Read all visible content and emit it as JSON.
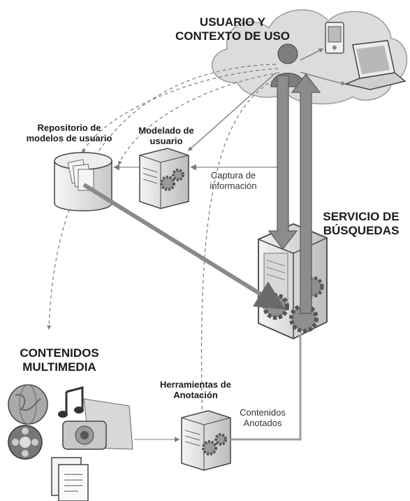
{
  "labels": {
    "user_context": [
      "USUARIO Y",
      "CONTEXTO DE USO"
    ],
    "search_service": [
      "SERVICIO DE",
      "BÚSQUEDAS"
    ],
    "multimedia": [
      "CONTENIDOS",
      "MULTIMEDIA"
    ],
    "repository": [
      "Repositorio de",
      "modelos de usuario"
    ],
    "user_modeling": [
      "Modelado de",
      "usuario"
    ],
    "info_capture": [
      "Captura de",
      "información"
    ],
    "annotation_tools": [
      "Herramientas de",
      "Anotación"
    ],
    "annotated_contents": [
      "Contenidos",
      "Anotados"
    ]
  },
  "colors": {
    "cloud_fill": "#dcdcdc",
    "cloud_stroke": "#9a9a9a",
    "server_fill": "#e2e2e2",
    "server_dark": "#8a8a8a",
    "big_arrow": "#8c8c8c",
    "big_arrow_stroke": "#5a5a5a",
    "dashed": "#7a7a7a",
    "flow_line": "#999999"
  },
  "icons": [
    "cloud-icon",
    "user-person-icon",
    "pda-icon",
    "laptop-icon",
    "database-cylinder-icon",
    "server-icon",
    "gears-icon",
    "globe-icon",
    "music-note-icon",
    "film-reel-icon",
    "camera-icon",
    "folder-icon",
    "document-icon"
  ]
}
